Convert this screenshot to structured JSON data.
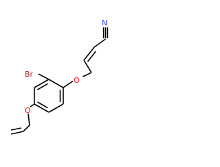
{
  "molecule": {
    "atoms": {
      "nitrile_n": "N",
      "bromine": "Br",
      "ether_o_top": "O",
      "ether_o_bottom": "O"
    },
    "colors": {
      "bond": "#000000",
      "nitrogen": "#3333ff",
      "oxygen": "#ff0d0d",
      "bromine": "#a62929"
    }
  }
}
